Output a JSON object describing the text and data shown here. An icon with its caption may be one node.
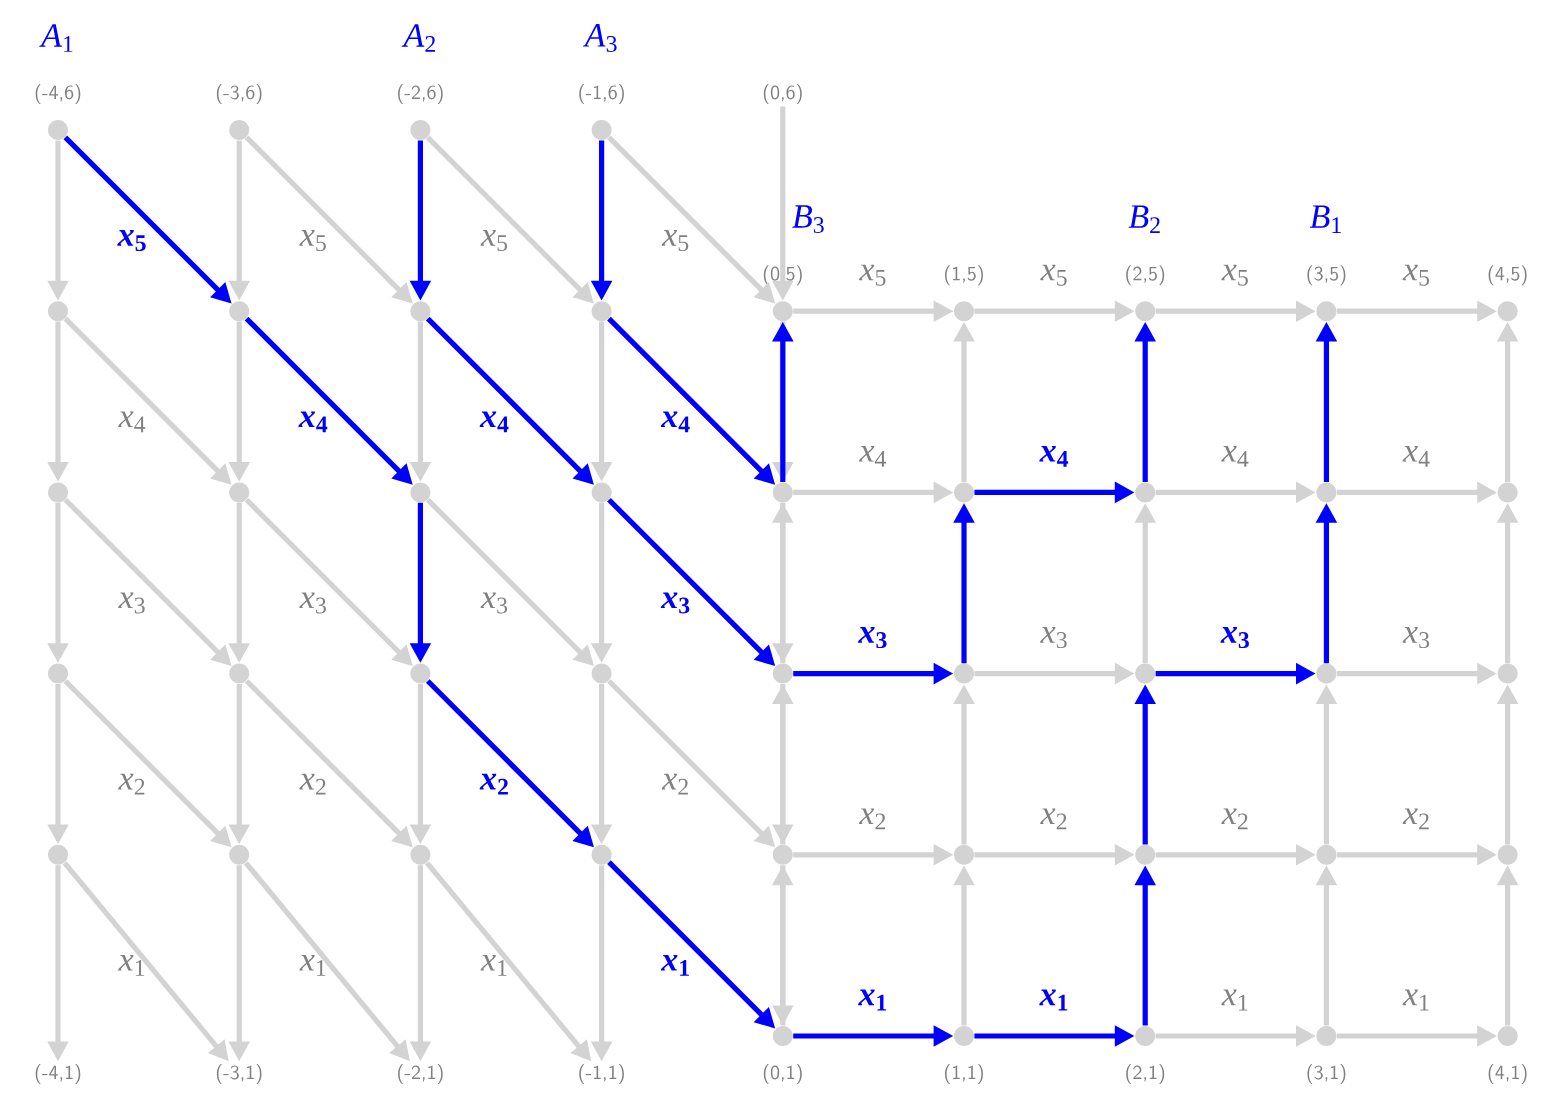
{
  "diagram": {
    "nodes": [
      {
        "text": [],
        "shape": "circle",
        "beside": [
          "*A*$_{1}$",
          "(-4,6)"
        ]
      },
      {
        "text": [],
        "shape": "circle",
        "beside": [
          "(-3,6)"
        ]
      },
      {
        "text": [],
        "shape": "circle",
        "beside": [
          "*A*$_{2}$",
          "(-2,6)"
        ]
      },
      {
        "text": [],
        "shape": "circle",
        "beside": [
          "*A*$_{3}$",
          "(-1,6)"
        ]
      },
      {
        "text": [
          "(0,6)"
        ]
      },
      {
        "text": [],
        "shape": "circle"
      },
      {
        "text": [],
        "shape": "circle"
      },
      {
        "text": [],
        "shape": "circle"
      },
      {
        "text": [],
        "shape": "circle"
      },
      {
        "text": [],
        "shape": "circle",
        "beside": [
          "*B*$_{3}$",
          "(0,5)"
        ]
      },
      {
        "text": [],
        "shape": "circle",
        "beside": [
          "(1,5)"
        ]
      },
      {
        "text": [],
        "shape": "circle",
        "beside": [
          "*B*$_{2}$",
          "(2,5)"
        ]
      },
      {
        "text": [],
        "shape": "circle",
        "beside": [
          "*B*$_{1}$",
          "(3,5)"
        ]
      },
      {
        "text": [],
        "shape": "circle",
        "beside": [
          "(4,5)"
        ]
      },
      {
        "text": [],
        "shape": "circle"
      },
      {
        "text": [],
        "shape": "circle"
      },
      {
        "text": [],
        "shape": "circle"
      },
      {
        "text": [],
        "shape": "circle"
      },
      {
        "text": [],
        "shape": "circle"
      },
      {
        "text": [],
        "shape": "circle"
      },
      {
        "text": [],
        "shape": "circle"
      },
      {
        "text": [],
        "shape": "circle"
      },
      {
        "text": [],
        "shape": "circle"
      },
      {
        "text": [],
        "shape": "circle"
      },
      {
        "text": [],
        "shape": "circle"
      },
      {
        "text": [],
        "shape": "circle"
      },
      {
        "text": [],
        "shape": "circle"
      },
      {
        "text": [],
        "shape": "circle"
      },
      {
        "text": [],
        "shape": "circle"
      },
      {
        "text": [],
        "shape": "circle"
      },
      {
        "text": [],
        "shape": "circle"
      },
      {
        "text": [],
        "shape": "circle"
      },
      {
        "text": [],
        "shape": "circle"
      },
      {
        "text": [],
        "shape": "circle"
      },
      {
        "text": [],
        "shape": "circle"
      },
      {
        "text": [],
        "shape": "circle"
      },
      {
        "text": [],
        "shape": "circle"
      },
      {
        "text": [],
        "shape": "circle"
      },
      {
        "text": [],
        "shape": "circle"
      },
      {
        "text": [],
        "shape": "circle"
      },
      {
        "text": [],
        "shape": "circle"
      },
      {
        "text": [
          "(-4,1)"
        ]
      },
      {
        "text": [
          "(-3,1)"
        ]
      },
      {
        "text": [
          "(-2,1)"
        ]
      },
      {
        "text": [
          "(-1,1)"
        ]
      },
      {
        "text": [],
        "shape": "circle",
        "beside": [
          "(0,1)"
        ]
      },
      {
        "text": [],
        "shape": "circle",
        "beside": [
          "(1,1)"
        ]
      },
      {
        "text": [],
        "shape": "circle",
        "beside": [
          "(2,1)"
        ]
      },
      {
        "text": [],
        "shape": "circle",
        "beside": [
          "(3,1)"
        ]
      },
      {
        "text": [],
        "shape": "circle",
        "beside": [
          "(4,1)"
        ]
      }
    ],
    "edges": [
      {
        "from": 0,
        "to": 5,
        "arrow": "to"
      },
      {
        "from": 5,
        "to": 14,
        "arrow": "to"
      },
      {
        "from": 14,
        "to": 23,
        "arrow": "to"
      },
      {
        "from": 23,
        "to": 32,
        "arrow": "to"
      },
      {
        "from": 32,
        "to": 41,
        "arrow": "to"
      },
      {
        "from": 1,
        "to": 6,
        "arrow": "to"
      },
      {
        "from": 6,
        "to": 15,
        "arrow": "to"
      },
      {
        "from": 15,
        "to": 24,
        "arrow": "to"
      },
      {
        "from": 24,
        "to": 33,
        "arrow": "to"
      },
      {
        "from": 33,
        "to": 42,
        "arrow": "to"
      },
      {
        "from": 2,
        "to": 7,
        "arrow": "to",
        "color": "#0000ff"
      },
      {
        "from": 7,
        "to": 16,
        "arrow": "to"
      },
      {
        "from": 16,
        "to": 25,
        "arrow": "to",
        "color": "#0000ff"
      },
      {
        "from": 25,
        "to": 34,
        "arrow": "to"
      },
      {
        "from": 34,
        "to": 43,
        "arrow": "to"
      },
      {
        "from": 3,
        "to": 8,
        "arrow": "to",
        "color": "#0000ff"
      },
      {
        "from": 8,
        "to": 17,
        "arrow": "to"
      },
      {
        "from": 17,
        "to": 26,
        "arrow": "to"
      },
      {
        "from": 26,
        "to": 35,
        "arrow": "to"
      },
      {
        "from": 35,
        "to": 44,
        "arrow": "to"
      },
      {
        "from": 4,
        "to": 9,
        "arrow": "to"
      },
      {
        "from": 9,
        "to": 18,
        "arrow": "to"
      },
      {
        "from": 18,
        "to": 27,
        "arrow": "to"
      },
      {
        "from": 27,
        "to": 36,
        "arrow": "to"
      },
      {
        "from": 36,
        "to": 45,
        "arrow": "to"
      },
      {
        "from": 0,
        "to": 6,
        "arrow": "to",
        "label": "*x*$_{5}$",
        "color": "#0000ff"
      },
      {
        "from": 5,
        "to": 15,
        "arrow": "to",
        "label": "*x*$_{4}$"
      },
      {
        "from": 14,
        "to": 24,
        "arrow": "to",
        "label": "*x*$_{3}$"
      },
      {
        "from": 23,
        "to": 33,
        "arrow": "to",
        "label": "*x*$_{2}$"
      },
      {
        "from": 32,
        "to": 42,
        "arrow": "to",
        "label": "*x*$_{1}$"
      },
      {
        "from": 1,
        "to": 7,
        "arrow": "to",
        "label": "*x*$_{5}$"
      },
      {
        "from": 6,
        "to": 16,
        "arrow": "to",
        "label": "*x*$_{4}$",
        "color": "#0000ff"
      },
      {
        "from": 15,
        "to": 25,
        "arrow": "to",
        "label": "*x*$_{3}$"
      },
      {
        "from": 24,
        "to": 34,
        "arrow": "to",
        "label": "*x*$_{2}$"
      },
      {
        "from": 33,
        "to": 43,
        "arrow": "to",
        "label": "*x*$_{1}$"
      },
      {
        "from": 2,
        "to": 8,
        "arrow": "to",
        "label": "*x*$_{5}$"
      },
      {
        "from": 7,
        "to": 17,
        "arrow": "to",
        "label": "*x*$_{4}$",
        "color": "#0000ff"
      },
      {
        "from": 16,
        "to": 26,
        "arrow": "to",
        "label": "*x*$_{3}$"
      },
      {
        "from": 25,
        "to": 35,
        "arrow": "to",
        "label": "*x*$_{2}$",
        "color": "#0000ff"
      },
      {
        "from": 34,
        "to": 44,
        "arrow": "to",
        "label": "*x*$_{1}$"
      },
      {
        "from": 3,
        "to": 9,
        "arrow": "to",
        "label": "*x*$_{5}$"
      },
      {
        "from": 8,
        "to": 18,
        "arrow": "to",
        "label": "*x*$_{4}$",
        "color": "#0000ff"
      },
      {
        "from": 17,
        "to": 27,
        "arrow": "to",
        "label": "*x*$_{3}$",
        "color": "#0000ff"
      },
      {
        "from": 26,
        "to": 36,
        "arrow": "to",
        "label": "*x*$_{2}$"
      },
      {
        "from": 35,
        "to": 45,
        "arrow": "to",
        "label": "*x*$_{1}$",
        "color": "#0000ff"
      },
      {
        "from": 9,
        "to": 10,
        "arrow": "to",
        "label": "*x*$_{5}$"
      },
      {
        "from": 10,
        "to": 11,
        "arrow": "to",
        "label": "*x*$_{5}$"
      },
      {
        "from": 11,
        "to": 12,
        "arrow": "to",
        "label": "*x*$_{5}$"
      },
      {
        "from": 12,
        "to": 13,
        "arrow": "to",
        "label": "*x*$_{5}$"
      },
      {
        "from": 18,
        "to": 19,
        "arrow": "to",
        "label": "*x*$_{4}$"
      },
      {
        "from": 19,
        "to": 20,
        "arrow": "to",
        "label": "*x*$_{4}$",
        "color": "#0000ff"
      },
      {
        "from": 20,
        "to": 21,
        "arrow": "to",
        "label": "*x*$_{4}$"
      },
      {
        "from": 21,
        "to": 22,
        "arrow": "to",
        "label": "*x*$_{4}$"
      },
      {
        "from": 27,
        "to": 28,
        "arrow": "to",
        "label": "*x*$_{3}$",
        "color": "#0000ff"
      },
      {
        "from": 28,
        "to": 29,
        "arrow": "to",
        "label": "*x*$_{3}$"
      },
      {
        "from": 29,
        "to": 30,
        "arrow": "to",
        "label": "*x*$_{3}$",
        "color": "#0000ff"
      },
      {
        "from": 30,
        "to": 31,
        "arrow": "to",
        "label": "*x*$_{3}$"
      },
      {
        "from": 36,
        "to": 37,
        "arrow": "to",
        "label": "*x*$_{2}$"
      },
      {
        "from": 37,
        "to": 38,
        "arrow": "to",
        "label": "*x*$_{2}$"
      },
      {
        "from": 38,
        "to": 39,
        "arrow": "to",
        "label": "*x*$_{2}$"
      },
      {
        "from": 39,
        "to": 40,
        "arrow": "to",
        "label": "*x*$_{2}$"
      },
      {
        "from": 45,
        "to": 46,
        "arrow": "to",
        "label": "*x*$_{1}$",
        "color": "#0000ff"
      },
      {
        "from": 46,
        "to": 47,
        "arrow": "to",
        "label": "*x*$_{1}$",
        "color": "#0000ff"
      },
      {
        "from": 47,
        "to": 48,
        "arrow": "to",
        "label": "*x*$_{1}$"
      },
      {
        "from": 48,
        "to": 49,
        "arrow": "to",
        "label": "*x*$_{1}$"
      },
      {
        "from": 45,
        "to": 36,
        "arrow": "to"
      },
      {
        "from": 36,
        "to": 27,
        "arrow": "to"
      },
      {
        "from": 27,
        "to": 18,
        "arrow": "to"
      },
      {
        "from": 18,
        "to": 9,
        "arrow": "to",
        "color": "#0000ff"
      },
      {
        "from": 46,
        "to": 37,
        "arrow": "to"
      },
      {
        "from": 37,
        "to": 28,
        "arrow": "to"
      },
      {
        "from": 28,
        "to": 19,
        "arrow": "to",
        "color": "#0000ff"
      },
      {
        "from": 19,
        "to": 10,
        "arrow": "to"
      },
      {
        "from": 47,
        "to": 38,
        "arrow": "to",
        "color": "#0000ff"
      },
      {
        "from": 38,
        "to": 29,
        "arrow": "to",
        "color": "#0000ff"
      },
      {
        "from": 29,
        "to": 20,
        "arrow": "to"
      },
      {
        "from": 20,
        "to": 11,
        "arrow": "to",
        "color": "#0000ff"
      },
      {
        "from": 48,
        "to": 39,
        "arrow": "to"
      },
      {
        "from": 39,
        "to": 30,
        "arrow": "to"
      },
      {
        "from": 30,
        "to": 21,
        "arrow": "to",
        "color": "#0000ff"
      },
      {
        "from": 21,
        "to": 12,
        "arrow": "to",
        "color": "#0000ff"
      },
      {
        "from": 49,
        "to": 40,
        "arrow": "to"
      },
      {
        "from": 40,
        "to": 31,
        "arrow": "to"
      },
      {
        "from": 31,
        "to": 22,
        "arrow": "to"
      },
      {
        "from": 22,
        "to": 13,
        "arrow": "to"
      }
    ]
  }
}
